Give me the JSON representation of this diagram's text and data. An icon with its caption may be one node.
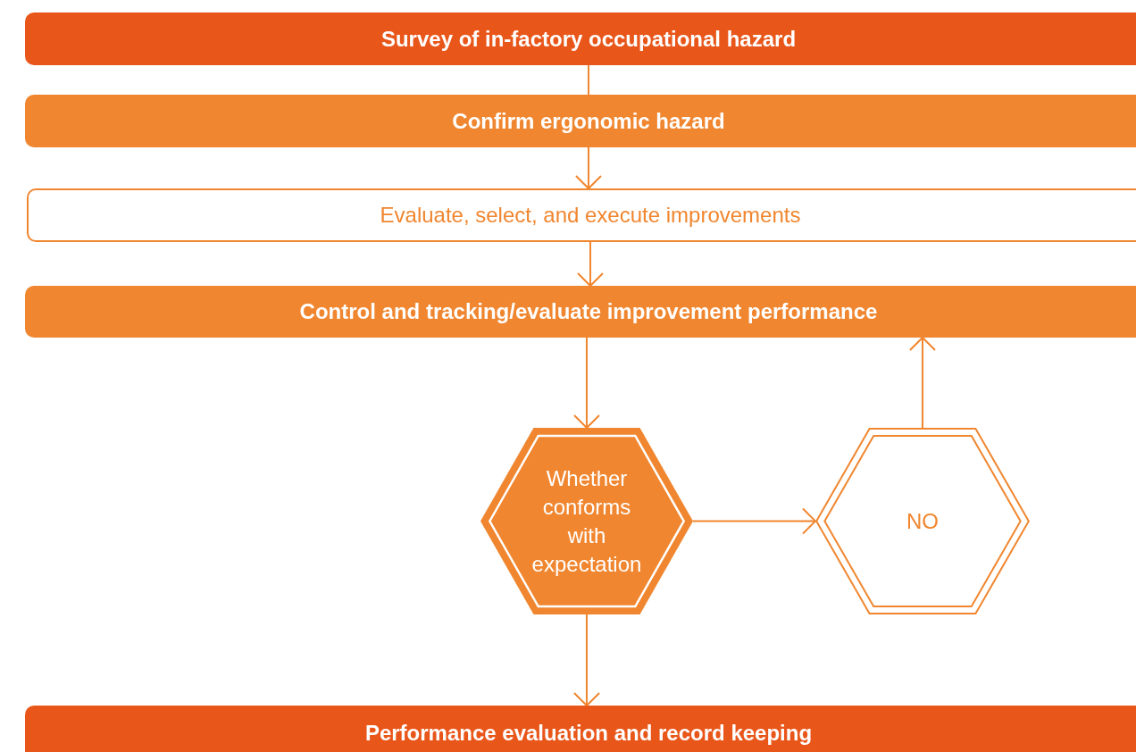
{
  "diagram": {
    "nodes": [
      {
        "text": [
          "Survey of in-factory occupational hazard"
        ]
      },
      {
        "text": [
          "Confirm ergonomic hazard"
        ]
      },
      {
        "text": [
          "Evaluate, select, and execute improvements"
        ]
      },
      {
        "text": [
          "Control and tracking/evaluate improvement performance"
        ]
      },
      {
        "text": [
          "Whether conforms with expectation"
        ]
      },
      {
        "text": [
          "NO"
        ]
      },
      {
        "text": [
          "Performance evaluation and record keeping"
        ]
      }
    ],
    "edges": [
      {
        "from": 0,
        "to": 1,
        "arrow": "none"
      },
      {
        "from": 1,
        "to": 2,
        "arrow": "to"
      },
      {
        "from": 2,
        "to": 3,
        "arrow": "to"
      },
      {
        "from": 3,
        "to": 4,
        "arrow": "to"
      },
      {
        "from": 4,
        "to": 5,
        "arrow": "to"
      },
      {
        "from": 5,
        "to": 3,
        "arrow": "to"
      },
      {
        "from": 4,
        "to": 6,
        "arrow": "to"
      }
    ]
  }
}
